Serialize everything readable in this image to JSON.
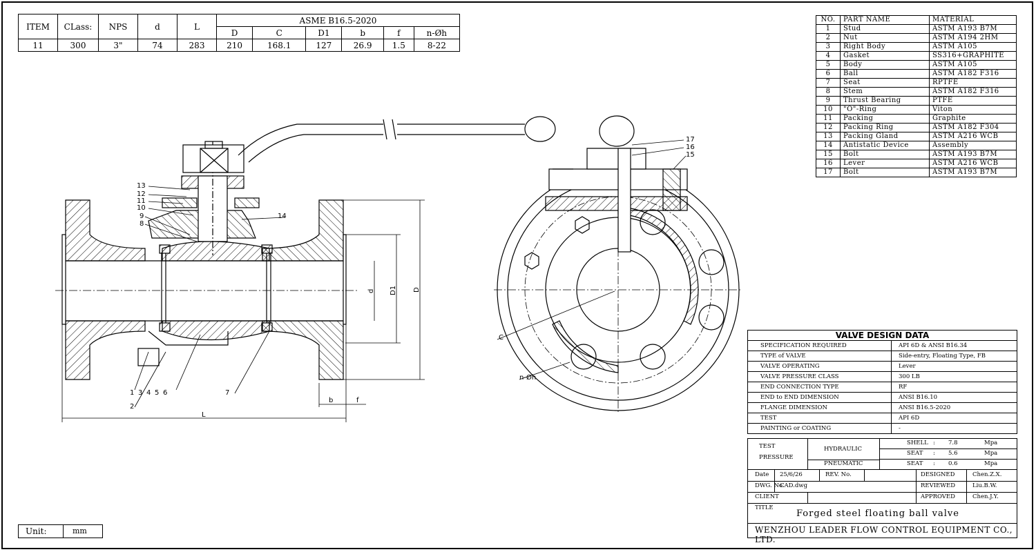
{
  "dimension_table": {
    "headers": [
      "ITEM",
      "CLass:",
      "NPS",
      "d",
      "L"
    ],
    "group_header": "ASME B16.5-2020",
    "sub_headers": [
      "D",
      "C",
      "D1",
      "b",
      "f",
      "n-Øh"
    ],
    "row": [
      "11",
      "300",
      "3\"",
      "74",
      "283",
      "210",
      "168.1",
      "127",
      "26.9",
      "1.5",
      "8-22"
    ]
  },
  "parts_list": {
    "headers": [
      "NO.",
      "PART NAME",
      "MATERIAL"
    ],
    "rows": [
      [
        "1",
        "Stud",
        "ASTM A193 B7M"
      ],
      [
        "2",
        "Nut",
        "ASTM A194 2HM"
      ],
      [
        "3",
        "Right Body",
        "ASTM A105"
      ],
      [
        "4",
        "Gasket",
        "SS316+GRAPHITE"
      ],
      [
        "5",
        "Body",
        "ASTM A105"
      ],
      [
        "6",
        "Ball",
        "ASTM A182 F316"
      ],
      [
        "7",
        "Seat",
        "RPTFE"
      ],
      [
        "8",
        "Stem",
        "ASTM A182 F316"
      ],
      [
        "9",
        "Thrust Bearing",
        "PTFE"
      ],
      [
        "10",
        "\"O\"-Ring",
        "Viton"
      ],
      [
        "11",
        "Packing",
        "Graphite"
      ],
      [
        "12",
        "Packing Ring",
        "ASTM A182 F304"
      ],
      [
        "13",
        "Packing Gland",
        "ASTM A216 WCB"
      ],
      [
        "14",
        "Antistatic Device",
        "Assembly"
      ],
      [
        "15",
        "Bolt",
        "ASTM A193 B7M"
      ],
      [
        "16",
        "Lever",
        "ASTM A216 WCB"
      ],
      [
        "17",
        "Bolt",
        "ASTM A193 B7M"
      ]
    ]
  },
  "design_data": {
    "title": "VALVE DESIGN DATA",
    "rows": [
      [
        "SPECIFICATION REQUIRED",
        "API 6D & ANSI B16.34"
      ],
      [
        "TYPE of VALVE",
        "Side-entry, Floating Type, FB"
      ],
      [
        "VALVE OPERATING",
        "Lever"
      ],
      [
        "VALVE PRESSURE CLASS",
        "300 LB"
      ],
      [
        "END CONNECTION TYPE",
        "RF"
      ],
      [
        "END to END DIMENSION",
        "ANSI B16.10"
      ],
      [
        "FLANGE DIMENSION",
        "ANSI B16.5-2020"
      ],
      [
        "TEST",
        "API 6D"
      ],
      [
        "PAINTING or COATING",
        "-"
      ]
    ],
    "test_pressure": {
      "label_line1": "TEST",
      "label_line2": "PRESSURE",
      "hydraulic": "HYDRAULIC",
      "pneumatic": "PNEUMATIC",
      "shell": [
        "SHELL",
        ":",
        "7.8",
        "Mpa"
      ],
      "seat_h": [
        "SEAT",
        ":",
        "5.6",
        "Mpa"
      ],
      "seat_p": [
        "SEAT",
        ":",
        "0.6",
        "Mpa"
      ]
    },
    "footer": {
      "date_label": "Date",
      "date": "25/6/26",
      "rev_label": "REV. No.",
      "rev": "",
      "designed_label": "DESIGNED",
      "designed": "Chen.Z.X.",
      "dwg_label": "DWG. No.",
      "dwg": "CAD.dwg",
      "reviewed_label": "REVIEWED",
      "reviewed": "Liu.B.W.",
      "client_label": "CLIENT",
      "client": "",
      "approved_label": "APPROVED",
      "approved": "Chen.J.Y.",
      "title_label": "TITLE",
      "title": "Forged steel floating ball valve",
      "company": "WENZHOU LEADER FLOW CONTROL EQUIPMENT CO., LTD."
    }
  },
  "unit": {
    "label": "Unit:",
    "value": "mm"
  },
  "drawing_labels": {
    "callouts_side": [
      "13",
      "12",
      "11",
      "10",
      "9",
      "8",
      "14",
      "1",
      "3",
      "4",
      "5",
      "6",
      "2",
      "7"
    ],
    "callouts_end": [
      "17",
      "16",
      "15"
    ],
    "dims": {
      "d": "d",
      "D1": "D1",
      "D": "D",
      "b": "b",
      "f": "f",
      "L": "L",
      "C": "C",
      "nh": "n-Øh"
    }
  }
}
